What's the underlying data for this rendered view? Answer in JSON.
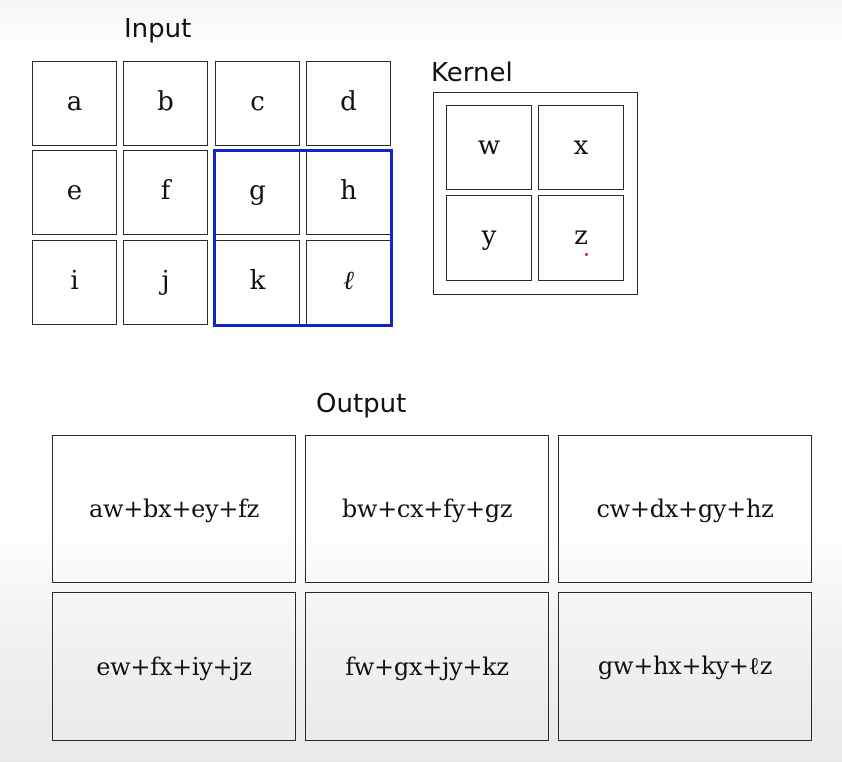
{
  "input": {
    "title": "Input",
    "cells": [
      "a",
      "b",
      "c",
      "d",
      "e",
      "f",
      "g",
      "h",
      "i",
      "j",
      "k",
      "ℓ"
    ]
  },
  "kernel": {
    "title": "Kernel",
    "cells": [
      "w",
      "x",
      "y",
      "z"
    ]
  },
  "output": {
    "title": "Output",
    "cells": [
      "aw+bx+ey+fz",
      "bw+cx+fy+gz",
      "cw+dx+gy+hz",
      "ew+fx+iy+jz",
      "fw+gx+jy+kz",
      "gw+hx+ky+ℓz"
    ]
  },
  "colors": {
    "highlight": "#1425c8",
    "border": "#2a2a2a"
  }
}
